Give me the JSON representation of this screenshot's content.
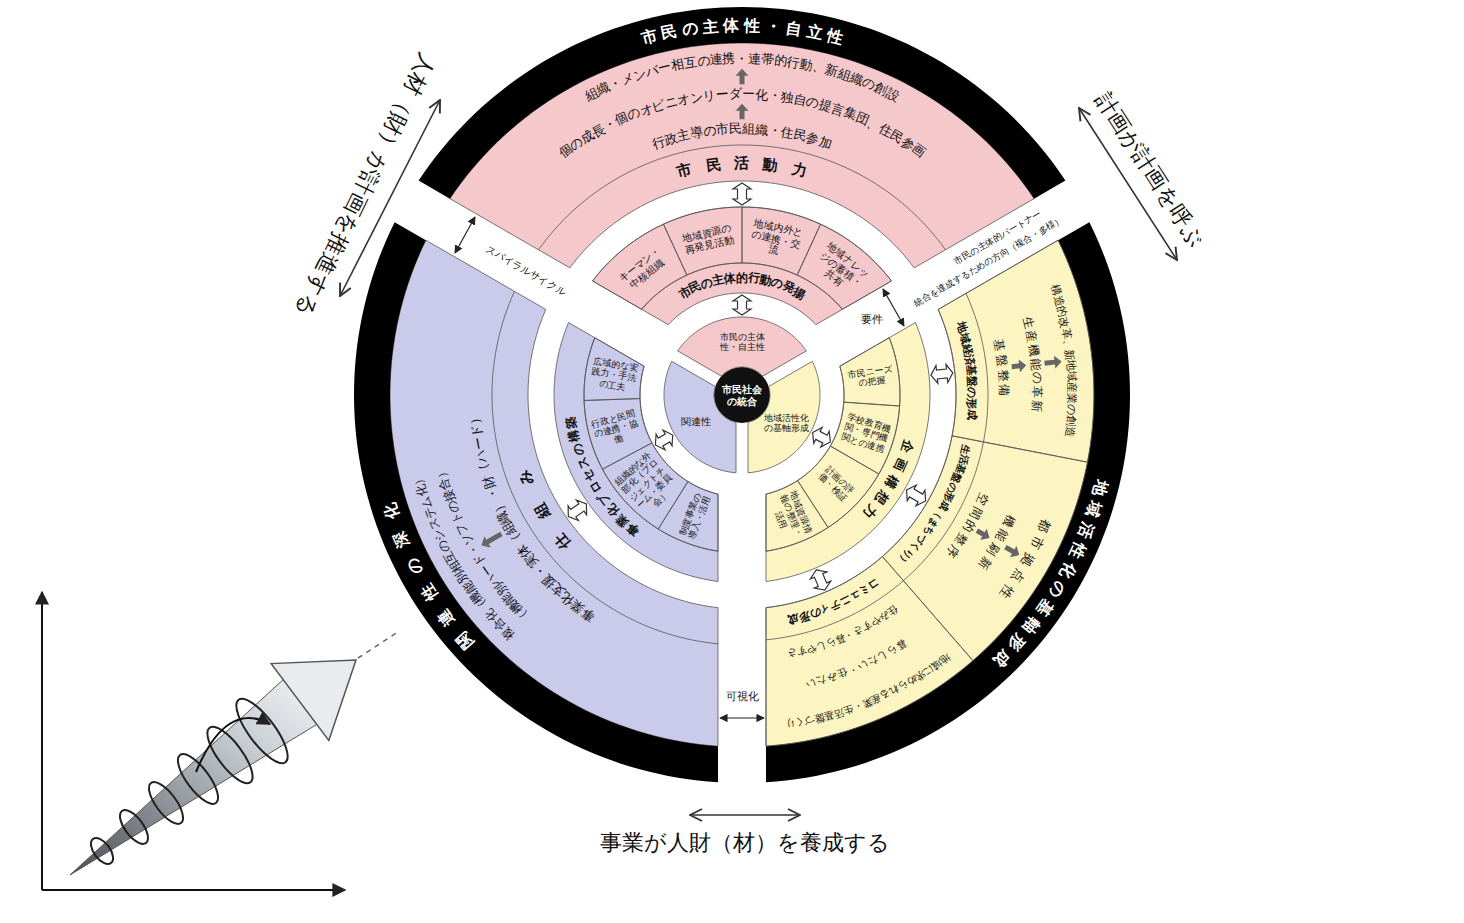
{
  "diagram": {
    "nodes": [
      {
        "text": [
          "市民社会の統合"
        ]
      },
      {
        "text": [
          "市民の主体性・自主性"
        ]
      },
      {
        "text": [
          "地域活性化の基軸形成"
        ]
      },
      {
        "text": [
          "関連性"
        ]
      },
      {
        "text": [
          "市民の主体的行動の発揚"
        ]
      },
      {
        "text": [
          "キーマン・中核組織"
        ],
        "in": 4
      },
      {
        "text": [
          "地域資源の再発見活動"
        ],
        "in": 4
      },
      {
        "text": [
          "地域内外との連携・交流"
        ],
        "in": 4
      },
      {
        "text": [
          "地域ナレッジの蓄積・共有"
        ],
        "in": 4
      },
      {
        "text": [
          "市民の主体性・自立性",
          "市民活動力"
        ]
      },
      {
        "text": [
          "行政主導の市民組織・住民参加"
        ],
        "in": 9
      },
      {
        "text": [
          "個の成長・個のオピニオンリーダー化・独自の提言集団、住民参画"
        ],
        "in": 9
      },
      {
        "text": [
          "組織・メンバー相互の連携・連帯的行動、新組織の創設"
        ],
        "in": 9
      },
      {
        "text": [
          "企画構想力"
        ]
      },
      {
        "text": [
          "市民ニーズの把握"
        ],
        "in": 13
      },
      {
        "text": [
          "学校教育機関・専門機関との連携"
        ],
        "in": 13
      },
      {
        "text": [
          "計画の評価・検証"
        ],
        "in": 13
      },
      {
        "text": [
          "地域資源情報の整理・活用"
        ],
        "in": 13
      },
      {
        "text": [
          "地域活性化の基軸形成"
        ]
      },
      {
        "text": [
          "地域経済基盤の形成"
        ],
        "in": 18
      },
      {
        "text": [
          "基盤整備"
        ],
        "in": 19
      },
      {
        "text": [
          "生産機能の革新"
        ],
        "in": 19
      },
      {
        "text": [
          "構造的改革、新地域産業の創造"
        ],
        "in": 19
      },
      {
        "text": [
          "生活基盤の形成（まちづくり）"
        ],
        "in": 18
      },
      {
        "text": [
          "空間的整序"
        ],
        "in": 23
      },
      {
        "text": [
          "機能刷新"
        ],
        "in": 23
      },
      {
        "text": [
          "都市拠点性"
        ],
        "in": 23
      },
      {
        "text": [
          "コミュニティの形成"
        ],
        "in": 18
      },
      {
        "text": [
          "住みやすさ・暮らしやすさ"
        ],
        "in": 27
      },
      {
        "text": [
          "暮らしたい・住みたい"
        ],
        "in": 27
      },
      {
        "text": [
          "地域に求められる産業・生活基盤づくり"
        ],
        "in": 27
      },
      {
        "text": [
          "事業化プロセスの構築"
        ]
      },
      {
        "text": [
          "制度事業の導入・活用"
        ],
        "in": 31
      },
      {
        "text": [
          "組織的な外部化（プロジェクトチーム・委員会）"
        ],
        "in": 31
      },
      {
        "text": [
          "行政と民間の連携・協働"
        ],
        "in": 31
      },
      {
        "text": [
          "広域的な実践力・手法の工夫"
        ],
        "in": 31
      },
      {
        "text": [
          "関連性の深化",
          "仕組み"
        ]
      },
      {
        "text": [
          "事業化支援・実体（組織）・財（ハード）"
        ],
        "in": 36
      },
      {
        "text": [
          "複合化（機能別相互のシステム化）",
          "（機能別ハード・ソフトの接合）"
        ],
        "in": 36
      }
    ],
    "edges": [
      {
        "from": 1,
        "to": 4,
        "arrow": "both"
      },
      {
        "from": 4,
        "to": 9,
        "arrow": "both"
      },
      {
        "from": 2,
        "to": 13,
        "arrow": "both"
      },
      {
        "from": 13,
        "to": 19,
        "arrow": "both"
      },
      {
        "from": 13,
        "to": 23,
        "arrow": "both"
      },
      {
        "from": 13,
        "to": 27,
        "arrow": "both"
      },
      {
        "from": 3,
        "to": 31,
        "arrow": "both"
      },
      {
        "from": 31,
        "to": 36,
        "arrow": "both"
      },
      {
        "from": 10,
        "to": 11,
        "arrow": "to"
      },
      {
        "from": 11,
        "to": 12,
        "arrow": "to"
      },
      {
        "from": 20,
        "to": 21,
        "arrow": "to"
      },
      {
        "from": 21,
        "to": 22,
        "arrow": "to"
      },
      {
        "from": 24,
        "to": 25,
        "arrow": "to"
      },
      {
        "from": 25,
        "to": 26,
        "arrow": "to"
      },
      {
        "from": 37,
        "to": 38,
        "arrow": "to"
      }
    ],
    "labels": [
      "人材（財）が計画を推進する",
      "計画が計画を呼ぶ",
      "事業が人財（材）を養成する",
      "スパイラルサイクル",
      "統合を達成するための方向（複合・多様）",
      "市民の主体的パートナー",
      "要件",
      "可視化"
    ]
  }
}
